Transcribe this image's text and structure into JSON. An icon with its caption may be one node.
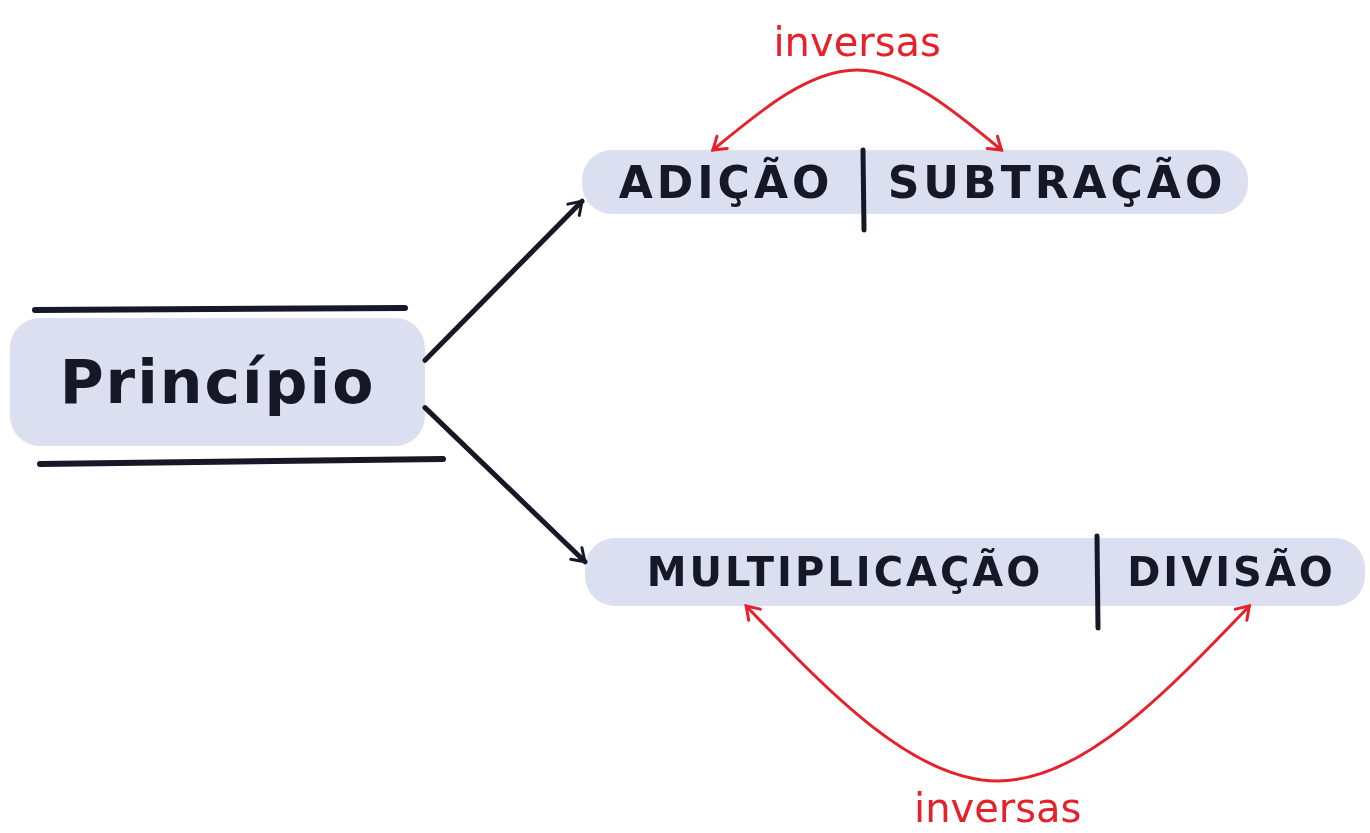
{
  "diagram": {
    "nodes": [
      {
        "text": [
          "Princípio"
        ]
      },
      {
        "text": [],
        "shape": "bar"
      },
      {
        "text": [
          "ADIÇÃO"
        ],
        "in": 1
      },
      {
        "text": [
          "SUBTRAÇÃO"
        ],
        "in": 1
      },
      {
        "text": [],
        "shape": "bar"
      },
      {
        "text": [
          "MULTIPLICAÇÃO"
        ],
        "in": 4
      },
      {
        "text": [
          "DIVISÃO"
        ],
        "in": 4
      }
    ],
    "edges": [
      {
        "from": 0,
        "to": 1,
        "arrow": "to"
      },
      {
        "from": 0,
        "to": 4,
        "arrow": "to"
      },
      {
        "from": 2,
        "to": 3,
        "arrow": "both",
        "label": "inversas",
        "color": "#e8202a"
      },
      {
        "from": 5,
        "to": 6,
        "arrow": "both",
        "label": "inversas",
        "color": "#e8202a"
      }
    ]
  }
}
